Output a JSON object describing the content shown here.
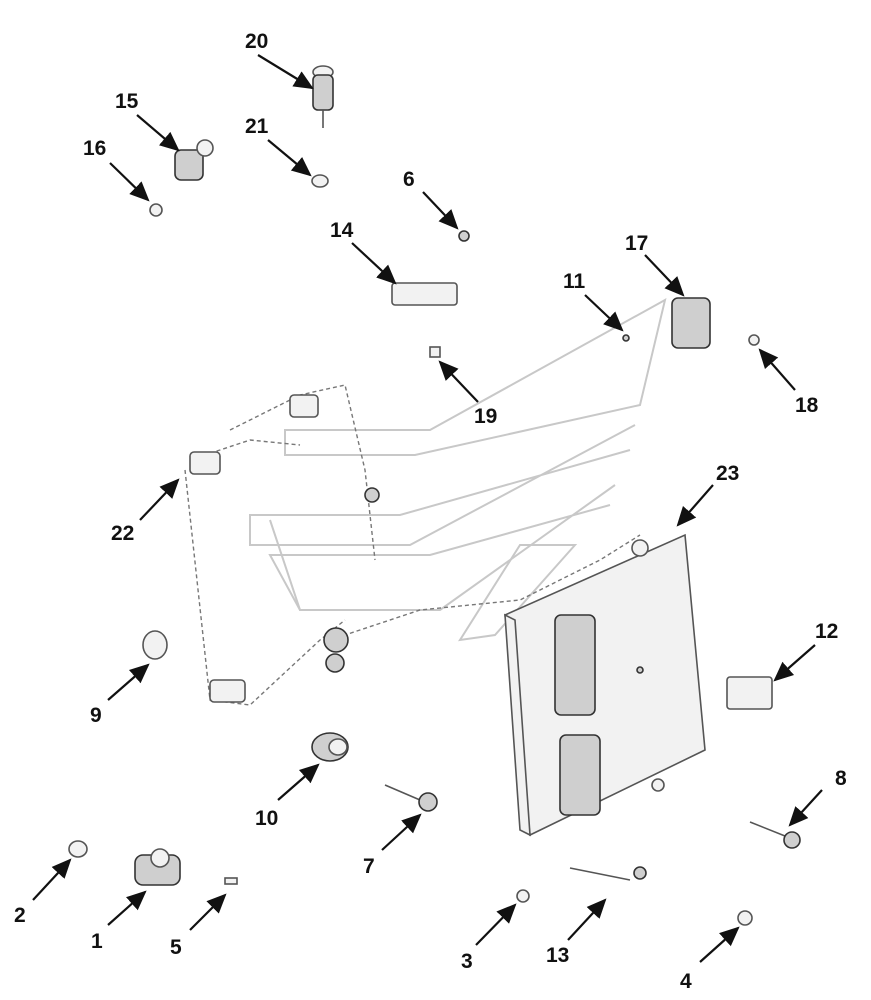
{
  "callouts": [
    {
      "id": "1",
      "label": "1"
    },
    {
      "id": "2",
      "label": "2"
    },
    {
      "id": "3",
      "label": "3"
    },
    {
      "id": "4",
      "label": "4"
    },
    {
      "id": "5",
      "label": "5"
    },
    {
      "id": "6",
      "label": "6"
    },
    {
      "id": "7",
      "label": "7"
    },
    {
      "id": "8",
      "label": "8"
    },
    {
      "id": "9",
      "label": "9"
    },
    {
      "id": "10",
      "label": "10"
    },
    {
      "id": "11",
      "label": "11"
    },
    {
      "id": "12",
      "label": "12"
    },
    {
      "id": "13",
      "label": "13"
    },
    {
      "id": "14",
      "label": "14"
    },
    {
      "id": "15",
      "label": "15"
    },
    {
      "id": "16",
      "label": "16"
    },
    {
      "id": "17",
      "label": "17"
    },
    {
      "id": "18",
      "label": "18"
    },
    {
      "id": "19",
      "label": "19"
    },
    {
      "id": "20",
      "label": "20"
    },
    {
      "id": "21",
      "label": "21"
    },
    {
      "id": "22",
      "label": "22"
    },
    {
      "id": "23",
      "label": "23"
    }
  ],
  "colors": {
    "ink": "#111111",
    "part_outline": "#555555",
    "watermark": "#c8c8c8"
  }
}
